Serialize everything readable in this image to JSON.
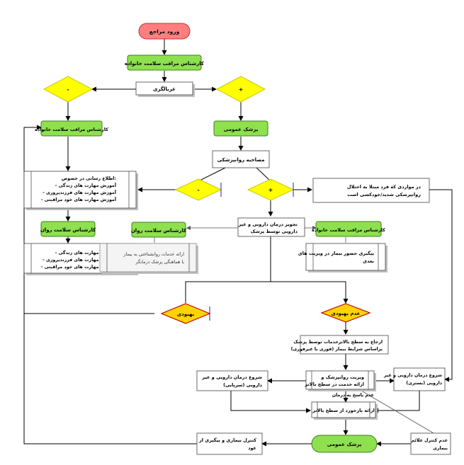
{
  "nodes": {
    "start": "ورود مراجع",
    "family_health_expert_top": "کارشناس مراقب سلامت خانواده",
    "screening": "غربالگری",
    "neg_top": "-",
    "pos_top": "+",
    "family_health_expert_left": "کارشناس مراقب سلامت خانواده",
    "general_doctor_top": "پزشک عمومی",
    "psych_interview": "مصاحبه روانپزشکی",
    "education_box": [
      "اطلاع رسانی در خصوص:",
      "- آموزش مهارت های زندگی",
      "- آموزش مهارت های فرزندپروری",
      "- آموزش مهارت های خود مراقبتی"
    ],
    "neg_mid": "-",
    "pos_mid": "+",
    "severe_cases": [
      "در مواردی که فرد مبتلا به اختلال",
      "روانپزشکی شدید/خودکشی است"
    ],
    "mental_health_expert_left": "کارشناس سلامت روان",
    "mental_health_expert_mid": "کارشناس سلامت روان",
    "prescribe_box": [
      "تجویز درمان دارویی و غیر",
      "دارویی توسط پزشک"
    ],
    "family_health_expert_right": "کارشناس مراقب سلامت خانواده",
    "education_box2": [
      "- آموزش مهارت های زندگی",
      "- آموزش مهارت های فرزندپروری",
      "- آموزش مهارت های خود مراقبتی"
    ],
    "psychosocial_box": [
      "ارائه خدمات روانشناختی به بیمار",
      "با هماهنگی پزشک درمانگر"
    ],
    "followup_box": [
      "پیگیری حضور بیمار در ویزیت های",
      "بعدی"
    ],
    "improve": "بهبودی",
    "no_improve": "عدم بهبودی",
    "referral_box": [
      "ارجاع به سطح بالاترخدمات توسط پزشک",
      "(فوری یا غیرفوری) براساس شرایط بیمار"
    ],
    "visit_box": [
      "ویزیت روانپزشک و",
      "ارائه خدمت در سطح بالاتر"
    ],
    "outpatient_box": [
      "شروع درمان دارویی و غیر",
      "دارویی (سرپایی)"
    ],
    "inpatient_box": [
      "شروع درمان دارویی و غیر",
      "دارویی (بستری)"
    ],
    "no_response": "عدم پاسخ به درمان",
    "feedback_box": "ارائه بازخورد از سطح بالاتر",
    "general_doctor_bottom": "پزشک عمومی",
    "control_box": [
      "کنترل بیماری و پیگیری از",
      "عود"
    ],
    "no_control_box": [
      "عدم کنترل علائم",
      "بیماری"
    ]
  }
}
